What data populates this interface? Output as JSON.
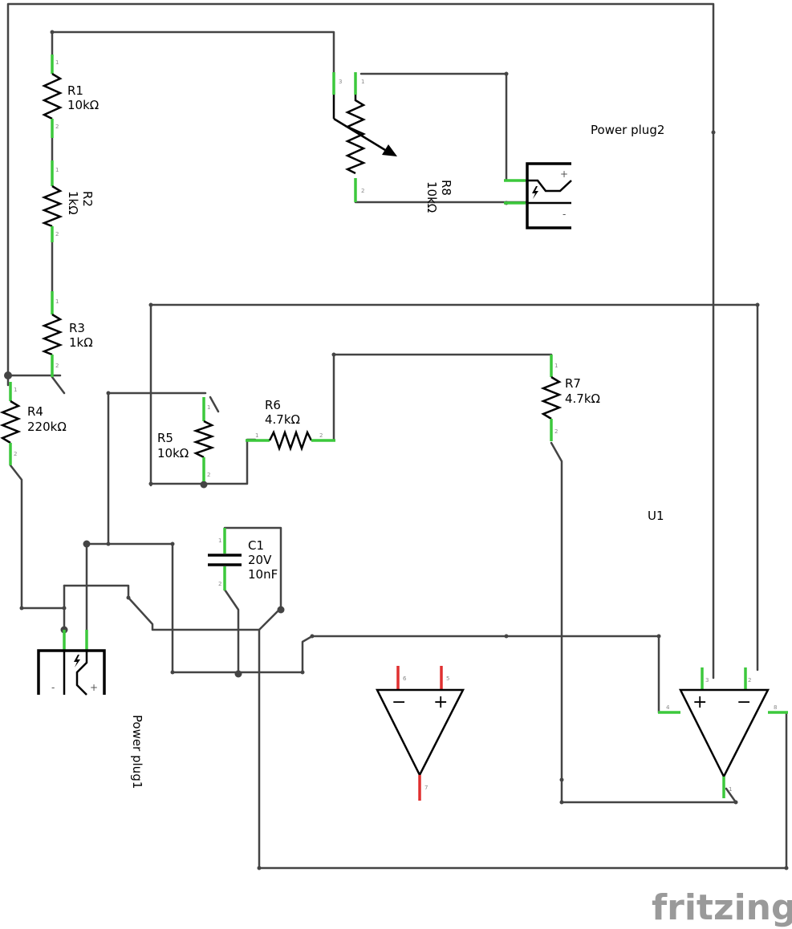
{
  "components": {
    "r1": {
      "name": "R1",
      "value": "10kΩ"
    },
    "r2": {
      "name": "R2",
      "value": "1kΩ"
    },
    "r3": {
      "name": "R3",
      "value": "1kΩ"
    },
    "r4": {
      "name": "R4",
      "value": "220kΩ"
    },
    "r5": {
      "name": "R5",
      "value": "10kΩ"
    },
    "r6": {
      "name": "R6",
      "value": "4.7kΩ"
    },
    "r7": {
      "name": "R7",
      "value": "4.7kΩ"
    },
    "r8": {
      "name": "R8",
      "value": "10kΩ"
    },
    "c1": {
      "name": "C1",
      "voltage": "20V",
      "value": "10nF"
    },
    "u1": {
      "name": "U1"
    },
    "plug1": {
      "name": "Power plug1",
      "plus": "+",
      "minus": "-"
    },
    "plug2": {
      "name": "Power plug2",
      "plus": "+",
      "minus": "-"
    }
  },
  "pins": {
    "p1": "1",
    "p2": "2",
    "p3": "3",
    "p4": "4",
    "p5": "5",
    "p6": "6",
    "p7": "7",
    "p8": "8"
  },
  "opamp": {
    "plus": "+",
    "minus": "−"
  },
  "branding": {
    "logo": "fritzing"
  },
  "colors": {
    "wire": "#444444",
    "connected_pin": "#3cc83c",
    "unconnected_pin": "#e03030",
    "part": "#000000",
    "logo": "#9a9a9a"
  }
}
